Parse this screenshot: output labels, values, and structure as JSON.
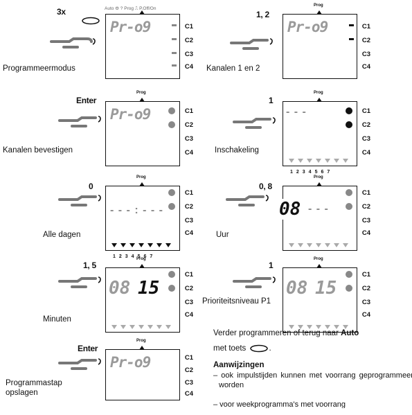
{
  "steps": [
    {
      "key": "3x",
      "caption": "Programmeermodus"
    },
    {
      "key": "1, 2",
      "caption": "Kanalen 1 en 2"
    },
    {
      "key": "Enter",
      "caption": "Kanalen bevestigen"
    },
    {
      "key": "1",
      "caption": "Inschakeling"
    },
    {
      "key": "0",
      "caption": "Alle dagen"
    },
    {
      "key": "0, 8",
      "caption": "Uur"
    },
    {
      "key": "1, 5",
      "caption": "Minuten"
    },
    {
      "key": "1",
      "caption": "Prioriteitsniveau P1"
    },
    {
      "key": "Enter",
      "caption": "Programmastap opslagen"
    }
  ],
  "display": {
    "prog": "Pr-o9",
    "modes": "Auto ⚙ ? Prog ⎍ P.Off/On",
    "prog_marker": "Prog",
    "channels": [
      "C1",
      "C2",
      "C3",
      "C4"
    ],
    "days": "1234567",
    "hour": "08",
    "minute": "15",
    "dashes_short": "- - -",
    "dashes_long": "- - - : - - -"
  },
  "notes": {
    "line1_prefix": "Verder programmeren of terug naar",
    "line1_bold": "Auto",
    "line2": "met toets",
    "heading": "Aanwijzingen",
    "item1": "– ook impulstijden kunnen met voorrang geprogrammeerd worden",
    "item2": "– voor weekprogramma's met voorrang"
  }
}
